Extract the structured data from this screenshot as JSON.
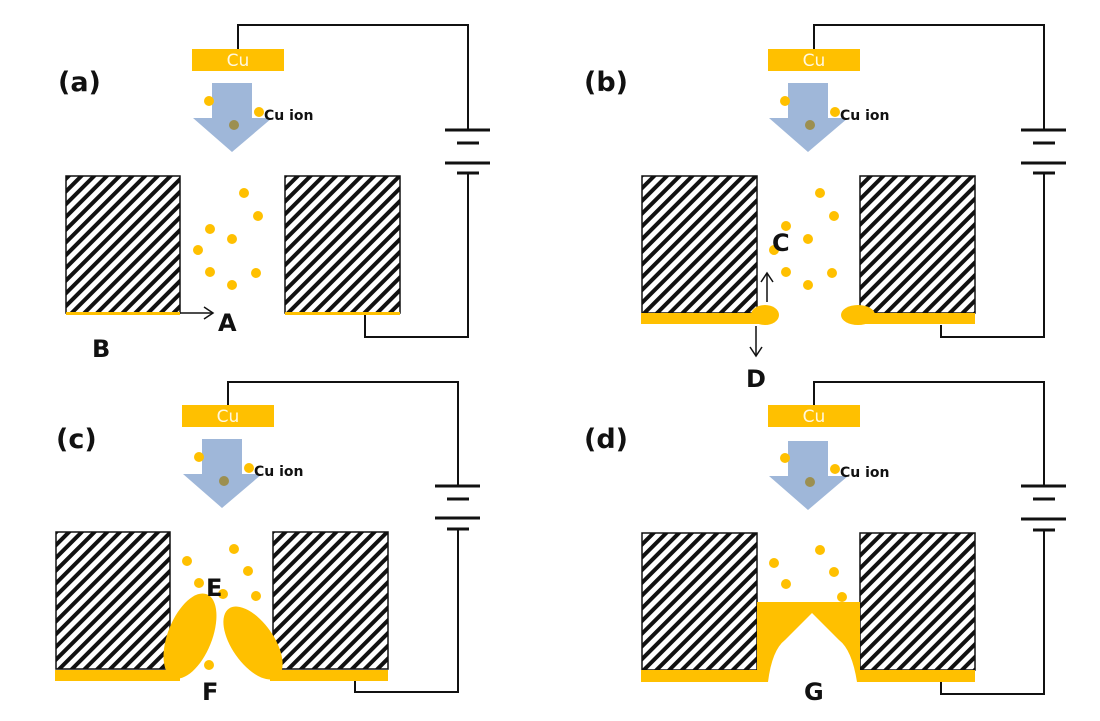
{
  "figure": {
    "colors": {
      "copper": "#FFC000",
      "arrow": "#9FB7D9",
      "ion_in_arrow": "#9C8F50",
      "hatch": "#111111",
      "wire": "#111111"
    },
    "electrode_label": "Cu",
    "ion_label": "Cu ion",
    "panels": [
      {
        "id": "a",
        "label": "(a)",
        "annotations": [
          "A",
          "B"
        ],
        "stage": "initial seed layer at via bottom"
      },
      {
        "id": "b",
        "label": "(b)",
        "annotations": [
          "C",
          "D"
        ],
        "stage": "deposition begins at bottom corners"
      },
      {
        "id": "c",
        "label": "(c)",
        "annotations": [
          "E",
          "F"
        ],
        "stage": "lobes grow toward center"
      },
      {
        "id": "d",
        "label": "(d)",
        "annotations": [
          "G"
        ],
        "stage": "gap bridged with void underneath"
      }
    ]
  }
}
